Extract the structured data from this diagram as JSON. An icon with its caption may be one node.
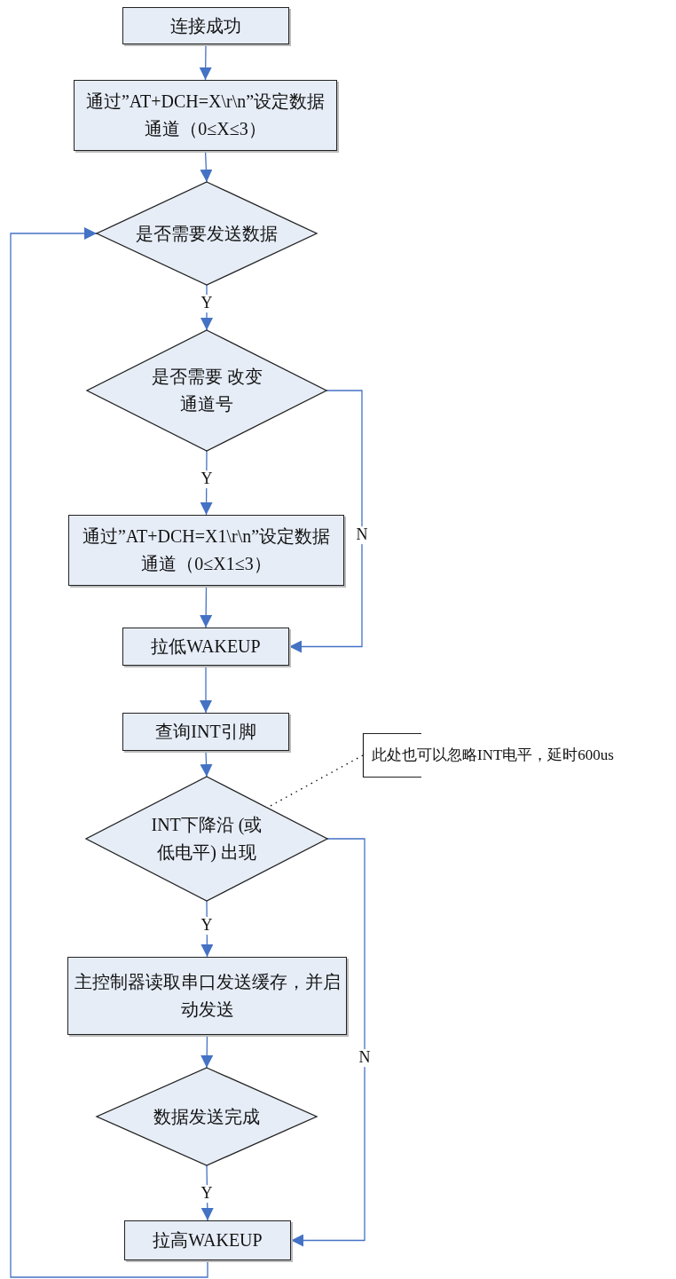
{
  "diagram": {
    "nodes": [
      {
        "text": [
          "连接成功"
        ]
      },
      {
        "text": [
          "通过”AT+DCH=X\\r\\n”设定数据通道（0≤X≤3）"
        ]
      },
      {
        "text": [
          "是否需要发送数据"
        ]
      },
      {
        "text": [
          "是否需要 改变通道号"
        ]
      },
      {
        "text": [
          "通过”AT+DCH=X1\\r\\n”设定数据通道（0≤X1≤3）"
        ]
      },
      {
        "text": [
          "拉低WAKEUP"
        ]
      },
      {
        "text": [
          "查询INT引脚"
        ]
      },
      {
        "text": [
          "此处也可以忽略INT电平，延时600us"
        ]
      },
      {
        "text": [
          "INT下降沿 (或低电平) 出现"
        ]
      },
      {
        "text": [
          "主控制器读取串口发送缓存，并启动发送"
        ]
      },
      {
        "text": [
          "数据发送完成"
        ]
      },
      {
        "text": [
          "拉高WAKEUP"
        ]
      }
    ],
    "edges": [
      {
        "from": 0,
        "to": 1,
        "arrow": "to"
      },
      {
        "from": 1,
        "to": 2,
        "arrow": "to"
      },
      {
        "from": 2,
        "to": 3,
        "arrow": "to",
        "label": "Y"
      },
      {
        "from": 3,
        "to": 4,
        "arrow": "to",
        "label": "Y"
      },
      {
        "from": 3,
        "to": 5,
        "arrow": "to",
        "label": "N"
      },
      {
        "from": 4,
        "to": 5,
        "arrow": "to"
      },
      {
        "from": 5,
        "to": 6,
        "arrow": "to"
      },
      {
        "from": 6,
        "to": 8,
        "arrow": "to"
      },
      {
        "from": 7,
        "to": 8,
        "arrow": "none",
        "style": "dashed",
        "color": "#000000"
      },
      {
        "from": 8,
        "to": 9,
        "arrow": "to",
        "label": "Y"
      },
      {
        "from": 8,
        "to": 11,
        "arrow": "to",
        "label": "N"
      },
      {
        "from": 9,
        "to": 10,
        "arrow": "to"
      },
      {
        "from": 10,
        "to": 11,
        "arrow": "to",
        "label": "Y"
      },
      {
        "from": 11,
        "to": 2,
        "arrow": "to"
      }
    ]
  }
}
